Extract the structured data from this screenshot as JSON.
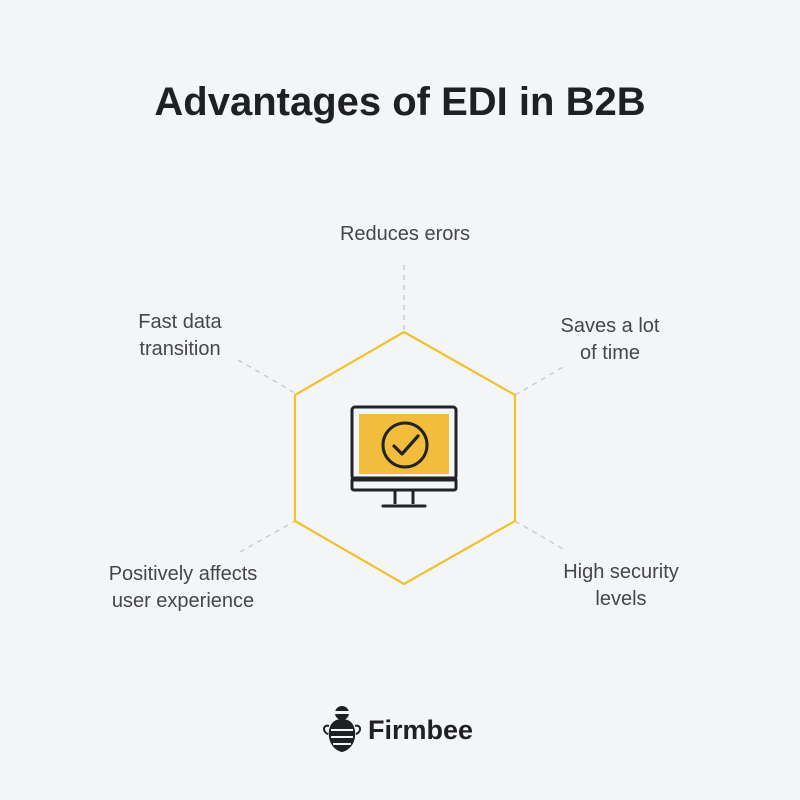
{
  "title": "Advantages of EDI in B2B",
  "advantages": {
    "top": "Reduces erors",
    "top_left": [
      "Fast data",
      "transition"
    ],
    "top_right": [
      "Saves a lot",
      "of time"
    ],
    "bottom_left": [
      "Positively affects",
      "user experience"
    ],
    "bottom_right": [
      "High security",
      "levels"
    ]
  },
  "center_icon": "monitor-checkmark-icon",
  "brand": {
    "name": "Firmbee",
    "icon": "bee-icon"
  },
  "colors": {
    "background": "#f4f5f7",
    "accent": "#f2bd3c",
    "hexagon_stroke": "#f2c12e",
    "text": "#1f2024",
    "connector": "#c9cacd"
  }
}
